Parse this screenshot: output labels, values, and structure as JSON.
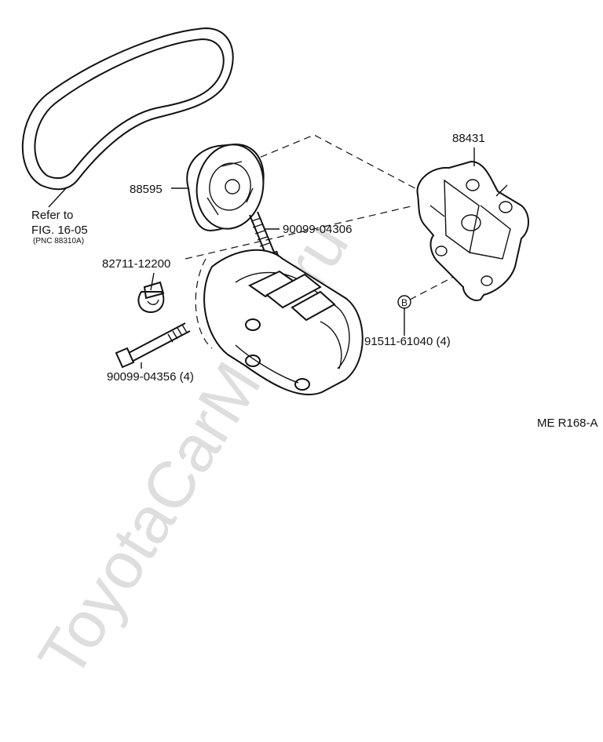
{
  "labels": {
    "belt_ref_line1": "Refer to",
    "belt_ref_line2": "FIG. 16-05",
    "belt_ref_line3": "(PNC 88310A)",
    "idler_pulley": "88595",
    "bracket": "88431",
    "stud_bolt": "90099-04306",
    "clamp": "82711-12200",
    "long_bolt": "90099-04356 (4)",
    "nut": "91511-61040 (4)",
    "ref_marker": "B",
    "drawing_code": "ME R168-A"
  },
  "watermark": "ToyotaCarMine.ru",
  "colors": {
    "ink": "#111111",
    "watermark": "#d8d8d8"
  }
}
